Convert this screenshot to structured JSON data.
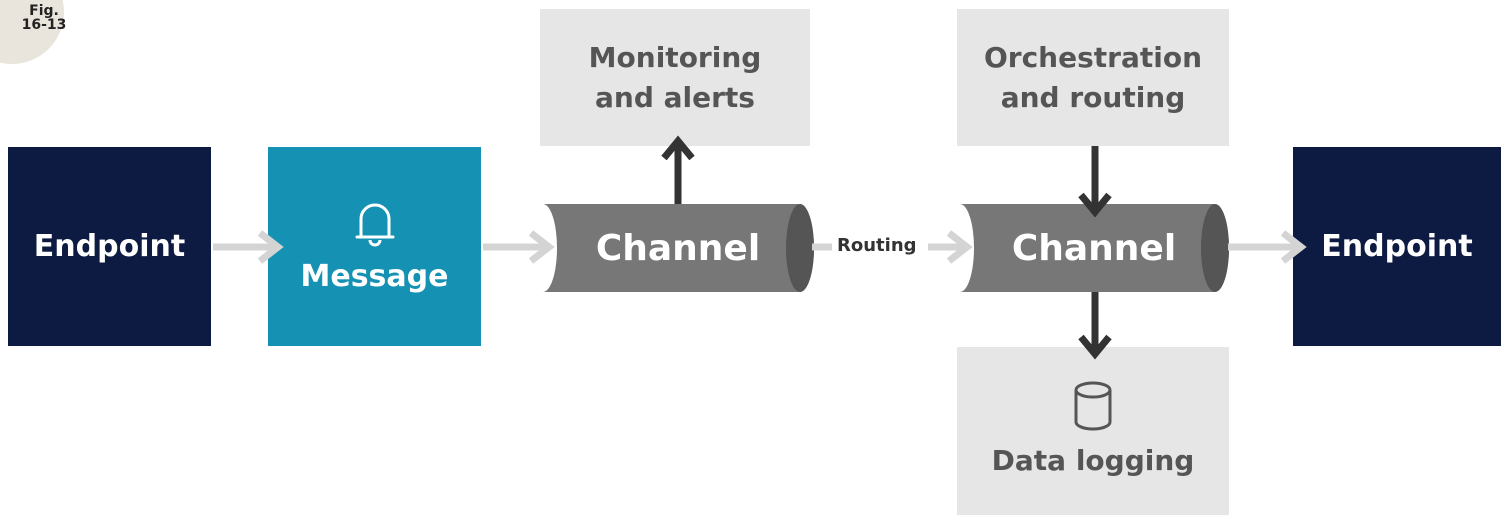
{
  "figure": {
    "label_line1": "Fig.",
    "label_line2": "16-13"
  },
  "nodes": {
    "endpoint_left": "Endpoint",
    "message": "Message",
    "channel_1": "Channel",
    "channel_2": "Channel",
    "endpoint_right": "Endpoint",
    "monitoring_line1": "Monitoring",
    "monitoring_line2": "and alerts",
    "orchestration_line1": "Orchestration",
    "orchestration_line2": "and routing",
    "data_logging": "Data logging"
  },
  "edges": {
    "routing_label": "Routing"
  },
  "icons": {
    "message": "bell-icon",
    "data_logging": "database-icon"
  },
  "colors": {
    "endpoint": "#0d1b42",
    "message": "#1592b3",
    "channel": "#777777",
    "service_box": "#e6e6e6",
    "light_arrow": "#d4d4d4",
    "dark_arrow": "#333333"
  }
}
